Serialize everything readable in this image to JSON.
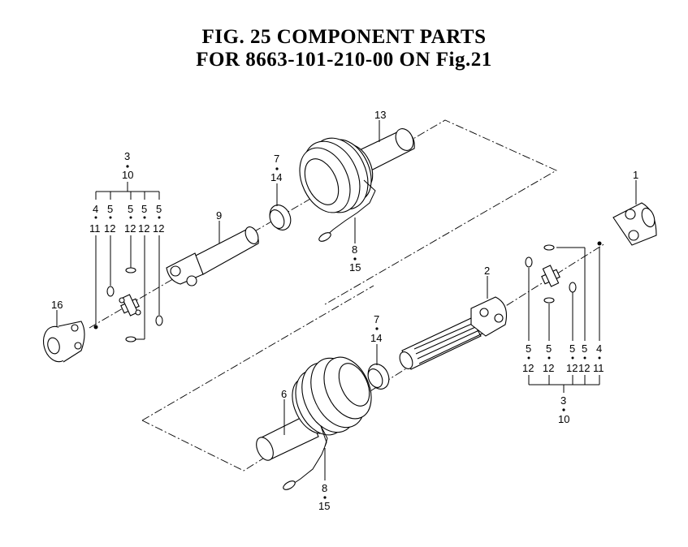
{
  "title_line1": "FIG. 25  COMPONENT PARTS",
  "title_line2": "FOR 8663-101-210-00 ON Fig.21",
  "labels": {
    "n1": "1",
    "n2": "2",
    "n6": "6",
    "n9": "9",
    "n13": "13",
    "n16": "16",
    "left_group": {
      "top_a": "3",
      "top_b": "10",
      "cols": [
        [
          "4",
          "11"
        ],
        [
          "5",
          "12"
        ],
        [
          "5",
          "12"
        ],
        [
          "5",
          "12"
        ],
        [
          "5",
          "12"
        ]
      ]
    },
    "upper_bellow": {
      "a": "7",
      "b": "14",
      "chain_a": "8",
      "chain_b": "15"
    },
    "lower_bellow": {
      "a": "7",
      "b": "14",
      "chain_a": "8",
      "chain_b": "15"
    },
    "right_group": {
      "cols": [
        [
          "5",
          "12"
        ],
        [
          "5",
          "12"
        ],
        [
          "5",
          "12"
        ],
        [
          "5",
          "12"
        ],
        [
          "4",
          "11"
        ]
      ],
      "bottom_a": "3",
      "bottom_b": "10"
    }
  }
}
